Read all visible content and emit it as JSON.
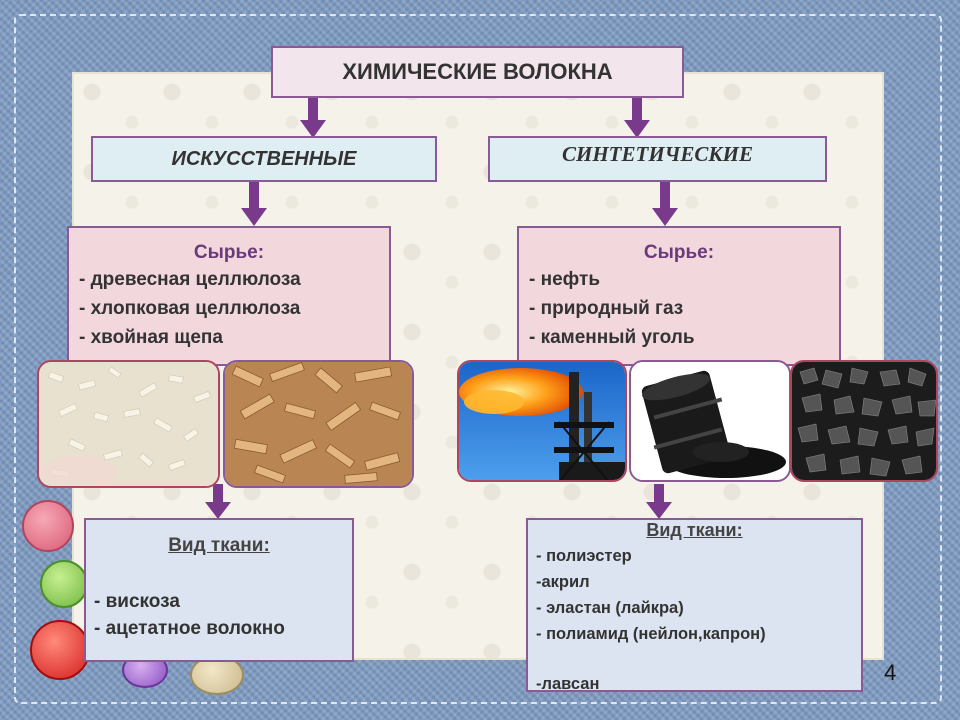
{
  "title": "ХИМИЧЕСКИЕ ВОЛОКНА",
  "categories": {
    "artificial": "ИСКУССТВЕННЫЕ",
    "synthetic": "СИНТЕТИЧЕСКИЕ"
  },
  "raw_left": {
    "header": "Сырье:",
    "items": [
      "- древесная целлюлоза",
      "- хлопковая целлюлоза",
      "- хвойная щепа"
    ]
  },
  "raw_right": {
    "header": "Сырье:",
    "items": [
      "- нефть",
      "- природный газ",
      "- каменный уголь"
    ]
  },
  "fabric_left": {
    "header": "Вид ткани:",
    "items": [
      "- вискоза",
      "- ацетатное волокно"
    ]
  },
  "fabric_right": {
    "header": "Вид ткани:",
    "items": [
      "- полиэстер",
      "-акрил",
      "- эластан (лайкра)",
      "- полиамид (нейлон,капрон)",
      "-лавсан"
    ]
  },
  "page_number": "4",
  "colors": {
    "frame": "#7f9cc4",
    "box_border": "#8a5a95",
    "arrow": "#7a3a8c",
    "raw_bg": "#f2d7dd",
    "category_bg": "#dfeef3",
    "fabric_bg": "#dde4f1"
  },
  "images": [
    "cotton-cellulose-image",
    "wood-chips-image",
    "gas-flare-image",
    "oil-barrel-image",
    "coal-image"
  ]
}
